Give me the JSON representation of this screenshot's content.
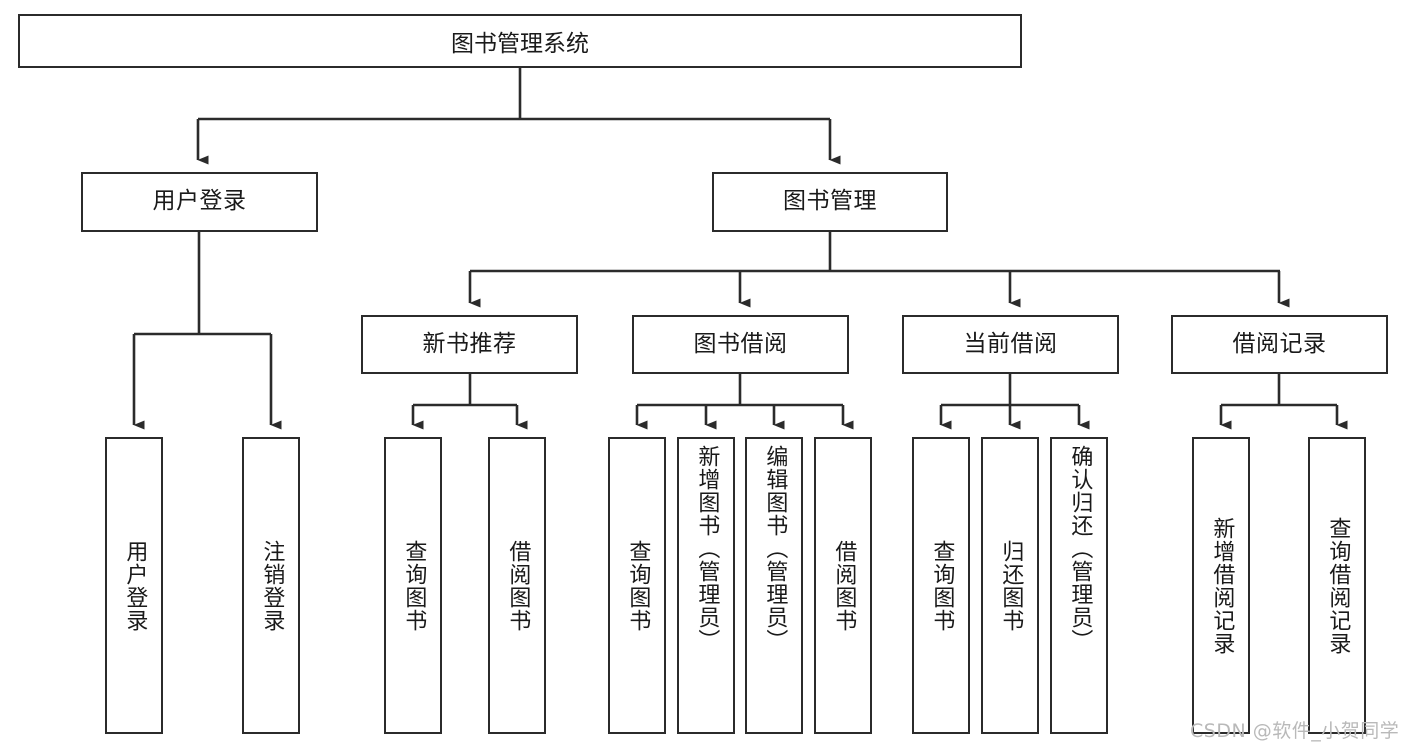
{
  "diagram": {
    "type": "tree-hierarchy",
    "title": "图书管理系统",
    "root": {
      "label": "图书管理系统"
    },
    "level2": [
      {
        "id": "user-login",
        "label": "用户登录"
      },
      {
        "id": "book-manage",
        "label": "图书管理"
      }
    ],
    "level3": [
      {
        "id": "new-book-recommend",
        "label": "新书推荐"
      },
      {
        "id": "book-borrow",
        "label": "图书借阅"
      },
      {
        "id": "current-borrow",
        "label": "当前借阅"
      },
      {
        "id": "borrow-record",
        "label": "借阅记录"
      }
    ],
    "leaves": {
      "user-login": [
        {
          "id": "leaf-user-login",
          "label": "用户登录"
        },
        {
          "id": "leaf-logout-login",
          "label": "注销登录"
        }
      ],
      "new-book-recommend": [
        {
          "id": "leaf-query-book-1",
          "label": "查询图书"
        },
        {
          "id": "leaf-borrow-book-1",
          "label": "借阅图书"
        }
      ],
      "book-borrow": [
        {
          "id": "leaf-query-book-2",
          "label": "查询图书"
        },
        {
          "id": "leaf-add-book-admin",
          "label": "新增图书（管理员）"
        },
        {
          "id": "leaf-edit-book-admin",
          "label": "编辑图书（管理员）"
        },
        {
          "id": "leaf-borrow-book-2",
          "label": "借阅图书"
        }
      ],
      "current-borrow": [
        {
          "id": "leaf-query-book-3",
          "label": "查询图书"
        },
        {
          "id": "leaf-return-book",
          "label": "归还图书"
        },
        {
          "id": "leaf-confirm-return-admin",
          "label": "确认归还（管理员）"
        }
      ],
      "borrow-record": [
        {
          "id": "leaf-add-borrow-record",
          "label": "新增借阅记录"
        },
        {
          "id": "leaf-query-borrow-record",
          "label": "查询借阅记录"
        }
      ]
    },
    "watermark": "CSDN @软件_小贺同学",
    "colors": {
      "stroke": "#2b2b2b",
      "background": "#ffffff",
      "text": "#1a1a1a",
      "watermark": "#b9b9b9"
    }
  }
}
